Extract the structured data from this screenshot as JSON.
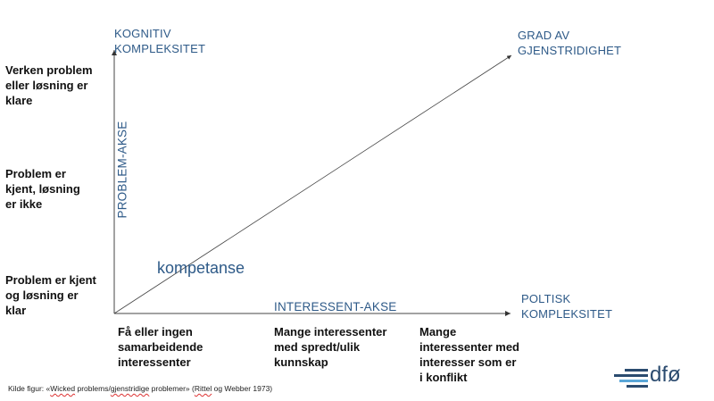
{
  "diagram": {
    "y_axis_top_label": [
      "KOGNITIV",
      "KOMPLEKSITET"
    ],
    "y_axis_label": "PROBLEM-AKSE",
    "x_axis_label": "INTERESSENT-AKSE",
    "x_axis_end_label": [
      "POLTISK",
      "KOMPLEKSITET"
    ],
    "diagonal_end_label": [
      "GRAD AV",
      "GJENSTRIDIGHET"
    ],
    "diagonal_label": "kompetanse",
    "rows": [
      [
        "Verken problem",
        "eller løsning er",
        "klare"
      ],
      [
        "Problem er",
        "kjent, løsning",
        "er ikke"
      ],
      [
        "Problem er kjent",
        "og løsning er",
        "klar"
      ]
    ],
    "columns": [
      [
        "Få eller ingen",
        "samarbeidende",
        "interessenter"
      ],
      [
        "Mange interessenter",
        "med spredt/ulik",
        "kunnskap"
      ],
      [
        "Mange",
        "interessenter med",
        "interesser som er",
        "i konflikt"
      ]
    ]
  },
  "source": {
    "prefix": "Kilde figur: «",
    "wicked": "Wicked",
    "title_rest": " problems/",
    "gjenstridige": "gjenstridige",
    "title_end": " problemer» (",
    "rittel": "Rittel",
    "suffix": " og Webber 1973)"
  },
  "logo": {
    "text": "dfø"
  },
  "colors": {
    "accent": "#2e5a88",
    "text": "#111111",
    "logo": "#2b4b6f",
    "logo_light": "#5aa7d8"
  }
}
